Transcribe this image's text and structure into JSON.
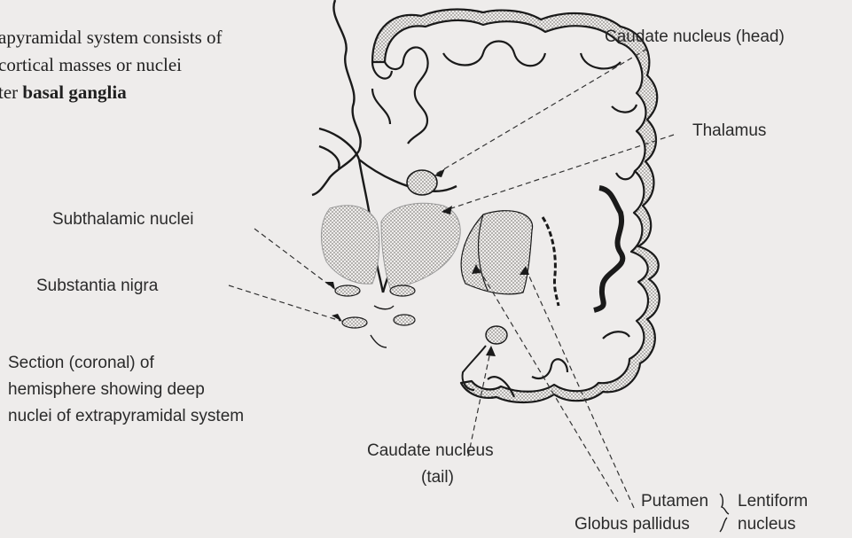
{
  "intro": {
    "line1": "apyramidal system consists of",
    "line2": "cortical masses or nuclei",
    "line3_prefix": "ter ",
    "line3_bold": "basal ganglia"
  },
  "labels": {
    "caudate_head": "Caudate nucleus (head)",
    "thalamus": "Thalamus",
    "subthalamic": "Subthalamic nuclei",
    "substantia_nigra": "Substantia nigra",
    "caudate_tail_1": "Caudate nucleus",
    "caudate_tail_2": "(tail)",
    "putamen": "Putamen",
    "globus_pallidus": "Globus pallidus",
    "lentiform_1": "Lentiform",
    "lentiform_2": "nucleus"
  },
  "caption": {
    "line1": "Section (coronal) of",
    "line2": "hemisphere showing deep",
    "line3": "nuclei of extrapyramidal system"
  },
  "bottom_fragment": "",
  "colors": {
    "background": "#eeeceb",
    "ink": "#1a1a1a",
    "stipple": "#d2d0cd"
  }
}
